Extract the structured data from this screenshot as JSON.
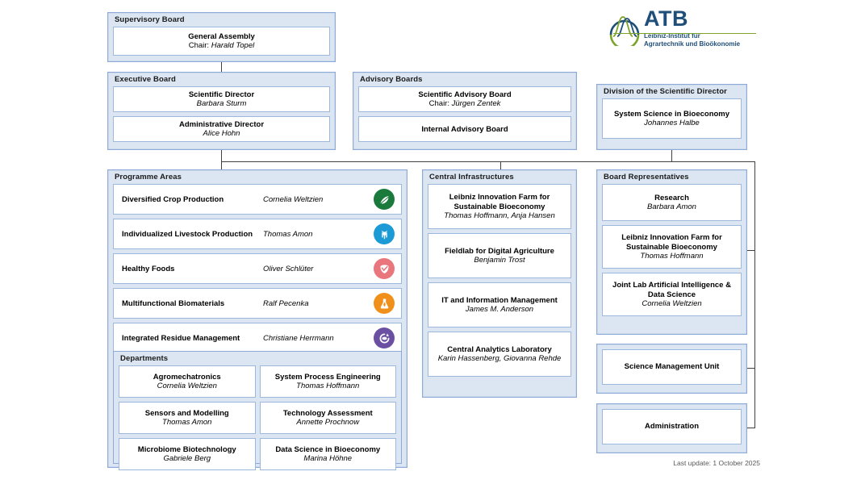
{
  "logo": {
    "name": "ATB",
    "tagline_line1": "Leibniz-Institut für",
    "tagline_line2": "Agrartechnik und Bioökonomie",
    "icon": "atb-arch-wave-logo",
    "colors": {
      "blue": "#1f4e79",
      "green": "#7ba428"
    }
  },
  "footer": {
    "last_update": "Last update: 1 October 2025"
  },
  "supervisory_board": {
    "title": "Supervisory Board",
    "cards": [
      {
        "title": "General Assembly",
        "sub_label": "Chair:",
        "sub_name": "Harald Topel"
      }
    ]
  },
  "executive_board": {
    "title": "Executive Board",
    "cards": [
      {
        "title": "Scientific Director",
        "sub": "Barbara Sturm"
      },
      {
        "title": "Administrative Director",
        "sub": "Alice Hohn"
      }
    ]
  },
  "advisory_boards": {
    "title": "Advisory Boards",
    "cards": [
      {
        "title": "Scientific Advisory Board",
        "sub_label": "Chair:",
        "sub_name": "Jürgen Zentek"
      },
      {
        "title": "Internal Advisory Board",
        "sub": ""
      }
    ]
  },
  "division_scientific_director": {
    "title": "Division of the Scientific Director",
    "cards": [
      {
        "title": "System Science in Bioeconomy",
        "sub": "Johannes Halbe"
      }
    ]
  },
  "programme_areas": {
    "title": "Programme Areas",
    "items": [
      {
        "name": "Diversified Crop Production",
        "person": "Cornelia Weltzien",
        "icon": "crop-leaf-icon",
        "color": "#1a7a3c"
      },
      {
        "name": "Individualized Livestock Production",
        "person": "Thomas Amon",
        "icon": "livestock-animal-icon",
        "color": "#1b9ad6"
      },
      {
        "name": "Healthy Foods",
        "person": "Oliver Schlüter",
        "icon": "healthy-food-shield-icon",
        "color": "#e8767c"
      },
      {
        "name": "Multifunctional Biomaterials",
        "person": "Ralf Pecenka",
        "icon": "biomaterials-flask-icon",
        "color": "#f0901a"
      },
      {
        "name": "Integrated Residue Management",
        "person": "Christiane Herrmann",
        "icon": "residue-cycle-icon",
        "color": "#6b4fa3"
      }
    ]
  },
  "departments": {
    "title": "Departments",
    "items": [
      {
        "title": "Agromechatronics",
        "sub": "Cornelia Weltzien"
      },
      {
        "title": "System Process Engineering",
        "sub": "Thomas Hoffmann"
      },
      {
        "title": "Sensors and Modelling",
        "sub": "Thomas Amon"
      },
      {
        "title": "Technology Assessment",
        "sub": "Annette Prochnow"
      },
      {
        "title": "Microbiome Biotechnology",
        "sub": "Gabriele Berg"
      },
      {
        "title": "Data Science in Bioeconomy",
        "sub": "Marina Höhne"
      }
    ]
  },
  "central_infrastructures": {
    "title": "Central Infrastructures",
    "items": [
      {
        "title": "Leibniz Innovation Farm for Sustainable Bioeconomy",
        "sub": "Thomas Hoffmann, Anja Hansen"
      },
      {
        "title": "Fieldlab for Digital Agriculture",
        "sub": "Benjamin Trost"
      },
      {
        "title": "IT and Information Management",
        "sub": "James M. Anderson"
      },
      {
        "title": "Central Analytics Laboratory",
        "sub": "Karin Hassenberg, Giovanna Rehde"
      }
    ]
  },
  "board_representatives": {
    "title": "Board Representatives",
    "items": [
      {
        "title": "Research",
        "sub": "Barbara Amon"
      },
      {
        "title": "Leibniz Innovation Farm for Sustainable Bioeconomy",
        "sub": "Thomas Hoffmann"
      },
      {
        "title": "Joint Lab Artificial Intelligence & Data Science",
        "sub": "Cornelia Weltzien"
      }
    ]
  },
  "science_management_unit": {
    "cards": [
      {
        "title": "Science Management Unit",
        "sub": ""
      }
    ]
  },
  "administration": {
    "cards": [
      {
        "title": "Administration",
        "sub": ""
      }
    ]
  }
}
